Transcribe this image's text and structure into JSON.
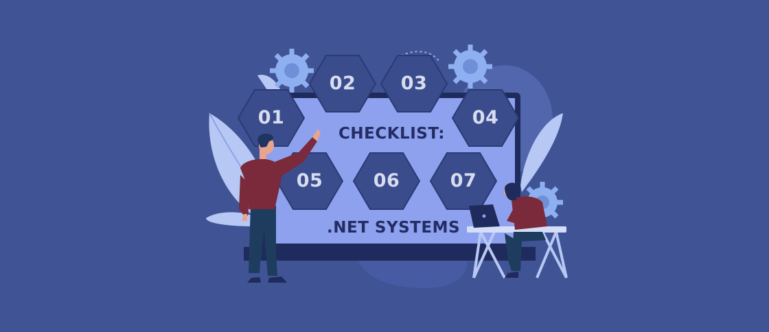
{
  "screen": {
    "heading": "CHECKLIST:",
    "subheading": ".NET SYSTEMS"
  },
  "hexagons": [
    "01",
    "02",
    "03",
    "04",
    "05",
    "06",
    "07"
  ],
  "colors": {
    "background": "#3f5395",
    "screen": "#8ea1ee",
    "hexagon": "#3a4c8c",
    "hexagon_text": "#d7dcf0",
    "screen_text": "#232d64",
    "gear": "#8fb0f0",
    "shirt": "#7a2a3a",
    "pants": "#1e3c5e"
  },
  "icons": [
    "gear-icon",
    "leaf-icon",
    "laptop-icon"
  ]
}
